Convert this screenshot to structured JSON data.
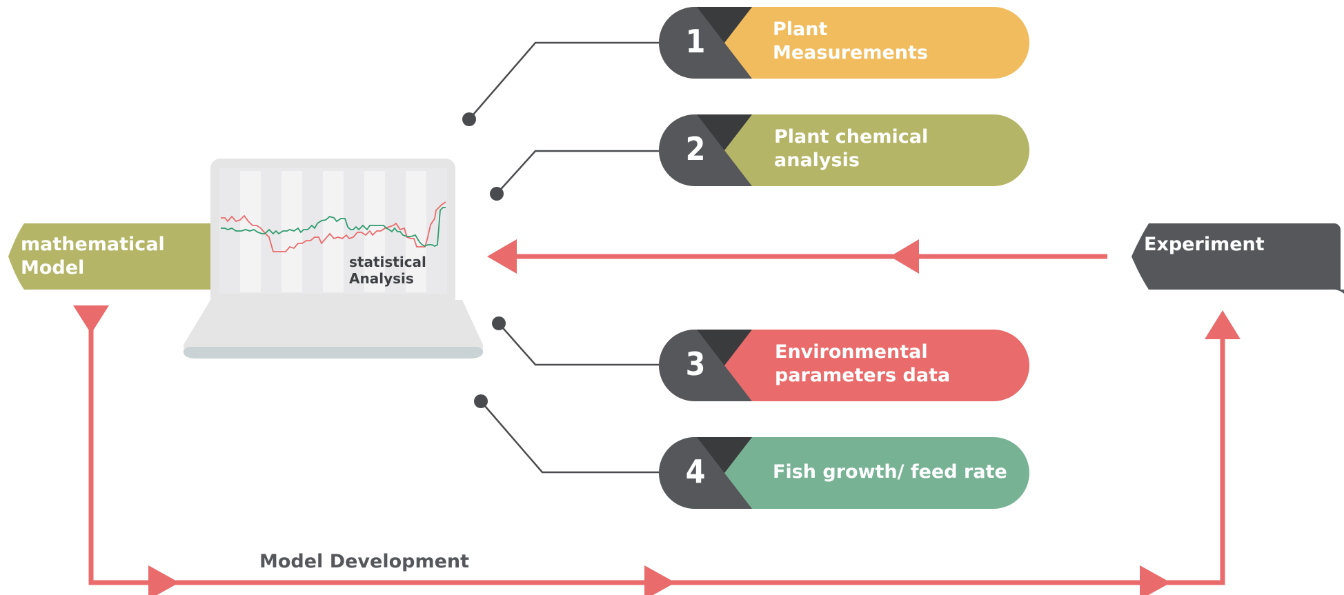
{
  "colors": {
    "arrow": "#e96b6b",
    "olive": "#b4b566",
    "dark": "#55575b",
    "darkest": "#3a3b3d",
    "yellow": "#f0bc5e",
    "red": "#e96b6b",
    "green": "#78b294",
    "laptop": "#e6e5e6",
    "laptop_base": "#c9d3d6",
    "series_red": "#e96b6b",
    "series_green": "#2f9b6e"
  },
  "steps": [
    {
      "number": "1",
      "label": "Plant\nMeasurements",
      "color": "yellow"
    },
    {
      "number": "2",
      "label": "Plant chemical\nanalysis",
      "color": "olive"
    },
    {
      "number": "3",
      "label": "Environmental\nparameters data",
      "color": "red"
    },
    {
      "number": "4",
      "label": "Fish growth/ feed rate",
      "color": "green"
    }
  ],
  "model_label": "mathematical\n Model",
  "experiment_label": "Experiment",
  "analysis_label": "statistical\nAnalysis",
  "development_label": "Model Development"
}
